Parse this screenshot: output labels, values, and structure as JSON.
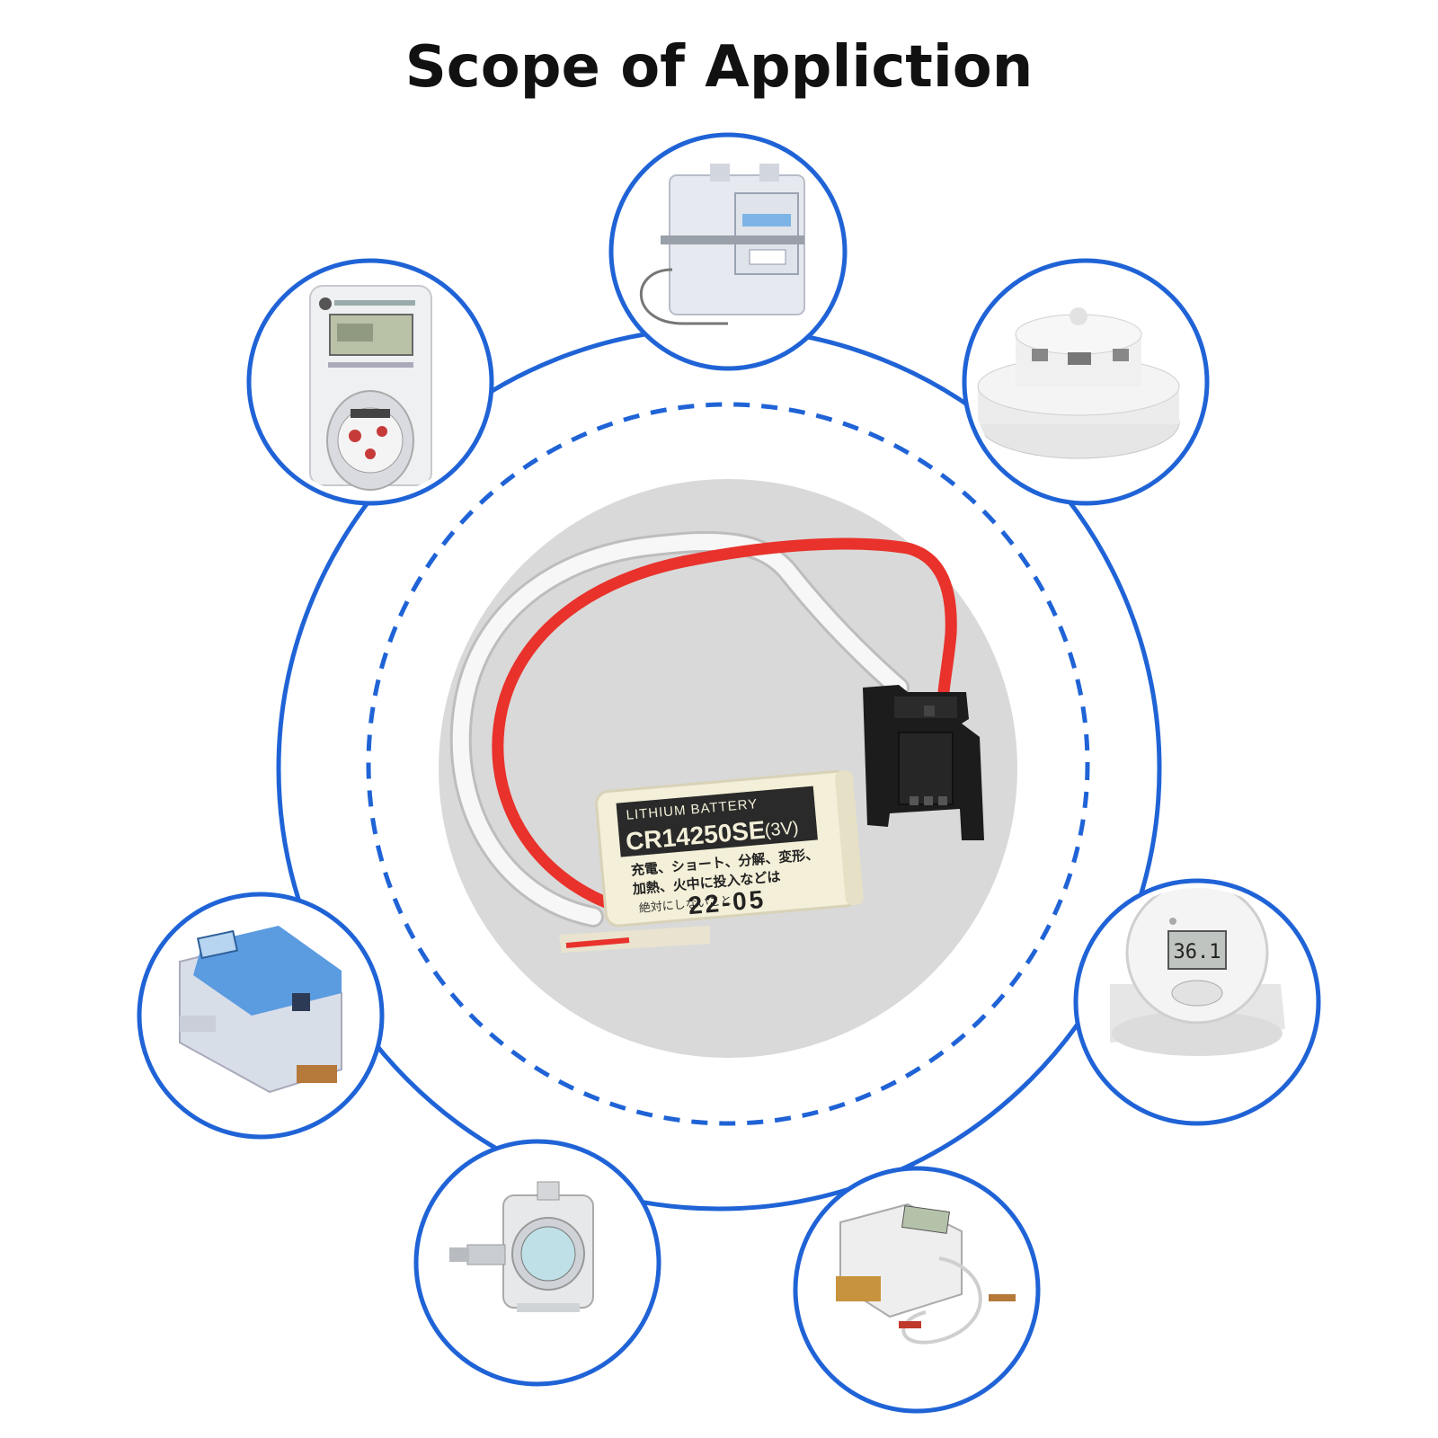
{
  "title": "Scope of Appliction",
  "colors": {
    "ring": "#1f63d6",
    "center_disc": "#d9d9d9",
    "wire_red": "#e8322b",
    "wire_white": "#f7f7f7",
    "battery_label": "#f3efd8",
    "battery_band": "#2a2a2a",
    "connector": "#1c1c1c"
  },
  "battery": {
    "line1": "LITHIUM BATTERY",
    "line2": "CR14250SE",
    "line2_suffix": "(3V)",
    "warning1": "充電、ショート、分解、変形、",
    "warning2": "加熱、火中に投入などは",
    "warning3": "絶対にしないこと",
    "date_code": "22-05"
  },
  "devices": [
    {
      "name": "gas-meter",
      "icon": "gas-meter-icon"
    },
    {
      "name": "prepaid-water-meter",
      "icon": "prepaid-water-meter-icon"
    },
    {
      "name": "smoke-detector",
      "icon": "smoke-detector-icon"
    },
    {
      "name": "smart-water-meter",
      "icon": "smart-water-meter-icon"
    },
    {
      "name": "thermometer",
      "icon": "thermometer-icon"
    },
    {
      "name": "pressure-transmitter",
      "icon": "pressure-transmitter-icon"
    },
    {
      "name": "heat-meter",
      "icon": "heat-meter-icon"
    }
  ],
  "thermometer_reading": "36.1"
}
